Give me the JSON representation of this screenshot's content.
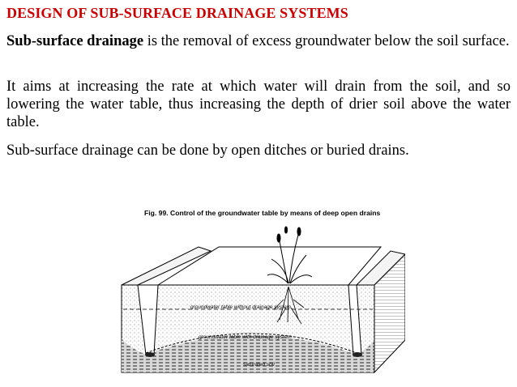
{
  "title": "DESIGN OF SUB-SURFACE DRAINAGE SYSTEMS",
  "paragraphs": {
    "p1_bold": "Sub-surface drainage",
    "p1_rest": " is the removal of excess groundwater below the soil surface.",
    "p2": "It aims at increasing the rate at which water will drain from the soil, and so lowering the water table, thus increasing the depth of drier soil above the water table.",
    "p3": "Sub-surface drainage can be done by open ditches or buried drains."
  },
  "figure": {
    "caption": "Fig. 99. Control of the groundwater table by means of deep open drains",
    "label_without": "groundwater table without drainage system",
    "label_with": "groundwater table with drainage system",
    "label_saturated": "saturated soil"
  }
}
